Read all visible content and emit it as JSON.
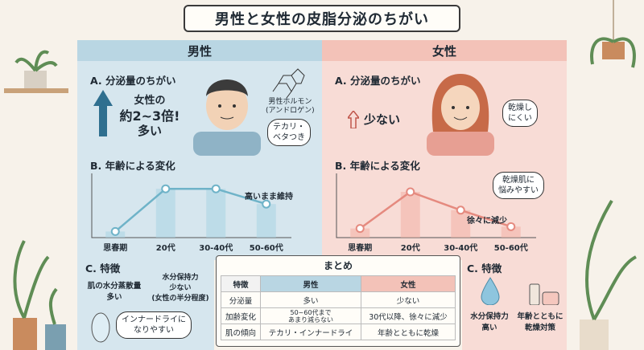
{
  "title": "男性と女性の皮脂分泌のちがい",
  "male": {
    "header": "男性",
    "secA": "A. 分泌量のちがい",
    "amount_line1": "女性の",
    "amount_line2": "約2~3倍!",
    "amount_line3": "多い",
    "hormone": "男性ホルモン\n(アンドロゲン)",
    "bubble": "テカリ・\nベタつき",
    "secB": "B. 年齢による変化",
    "ages": [
      "思春期",
      "20代",
      "30-40代",
      "50-60代"
    ],
    "levels": [
      0.1,
      0.8,
      0.8,
      0.55
    ],
    "graph_label": "高いまま維持",
    "secC": "C. 特徴",
    "feat1": "肌の水分蒸散量\n多い",
    "feat2": "水分保持力\n少ない\n(女性の半分程度)",
    "feat3": "インナードライに\nなりやすい"
  },
  "female": {
    "header": "女性",
    "secA": "A. 分泌量のちがい",
    "amount": "少ない",
    "bubble": "乾燥し\nにくい",
    "secB": "B. 年齢による変化",
    "ages": [
      "思春期",
      "20代",
      "30-40代",
      "50-60代"
    ],
    "levels": [
      0.15,
      0.75,
      0.45,
      0.18
    ],
    "graph_bubble": "乾燥肌に\n悩みやすい",
    "graph_label": "徐々に減少",
    "secC": "C. 特徴",
    "feat1": "水分保持力\n高い",
    "feat2": "年齢とともに\n乾燥対策"
  },
  "summary": {
    "title": "まとめ",
    "headers": [
      "特徴",
      "男性",
      "女性"
    ],
    "rows": [
      [
        "分泌量",
        "多い",
        "少ない"
      ],
      [
        "加齢変化",
        "50~60代まで\nあまり減らない",
        "30代以降、徐々に減少"
      ],
      [
        "肌の傾向",
        "テカリ・インナードライ",
        "年齢とともに乾燥"
      ]
    ]
  },
  "colors": {
    "male_bg": "#d6e6ee",
    "female_bg": "#f8dcd6",
    "male_line": "#6fb3c8",
    "female_line": "#e58a7f"
  }
}
